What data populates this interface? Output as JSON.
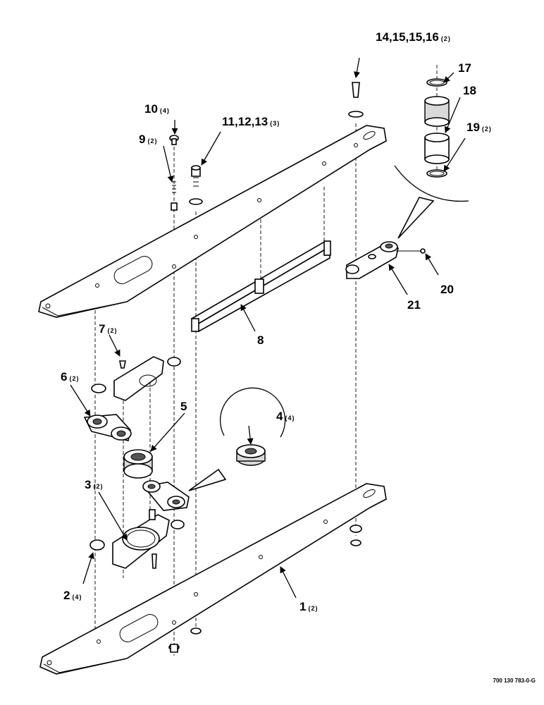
{
  "callouts": [
    {
      "number": "14,15,15,16",
      "qty": "(2)"
    },
    {
      "number": "17",
      "qty": ""
    },
    {
      "number": "18",
      "qty": ""
    },
    {
      "number": "19",
      "qty": "(2)"
    },
    {
      "number": "10",
      "qty": "(4)"
    },
    {
      "number": "11,12,13",
      "qty": "(3)"
    },
    {
      "number": "9",
      "qty": "(2)"
    },
    {
      "number": "20",
      "qty": ""
    },
    {
      "number": "21",
      "qty": ""
    },
    {
      "number": "8",
      "qty": ""
    },
    {
      "number": "7",
      "qty": "(2)"
    },
    {
      "number": "6",
      "qty": "(2)"
    },
    {
      "number": "5",
      "qty": ""
    },
    {
      "number": "4",
      "qty": "(4)"
    },
    {
      "number": "3",
      "qty": "(2)"
    },
    {
      "number": "2",
      "qty": "(4)"
    },
    {
      "number": "1",
      "qty": "(2)"
    }
  ],
  "drawing_number": "700 130 783-0-G"
}
